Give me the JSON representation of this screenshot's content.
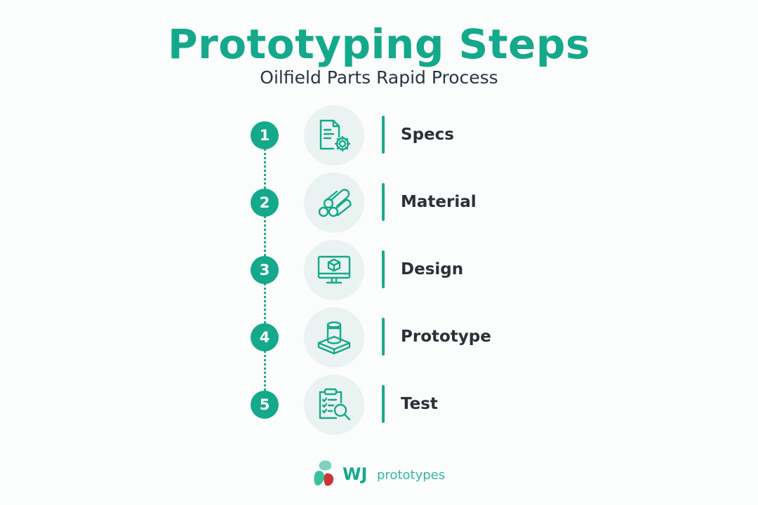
{
  "header": {
    "title": "Prototyping Steps",
    "subtitle": "Oilfield Parts Rapid Process"
  },
  "steps": [
    {
      "number": "1",
      "label": "Specs",
      "icon": "document-gear-icon"
    },
    {
      "number": "2",
      "label": "Material",
      "icon": "stacked-bars-icon"
    },
    {
      "number": "3",
      "label": "Design",
      "icon": "monitor-cube-icon"
    },
    {
      "number": "4",
      "label": "Prototype",
      "icon": "cylinder-on-base-icon"
    },
    {
      "number": "5",
      "label": "Test",
      "icon": "clipboard-magnifier-icon"
    }
  ],
  "logo": {
    "mark": "WJ",
    "name": "prototypes"
  },
  "colors": {
    "accent": "#14a98b",
    "icon_bg": "#eaf3f1",
    "text_dark": "#2a3137",
    "logo_red": "#c8353a"
  }
}
